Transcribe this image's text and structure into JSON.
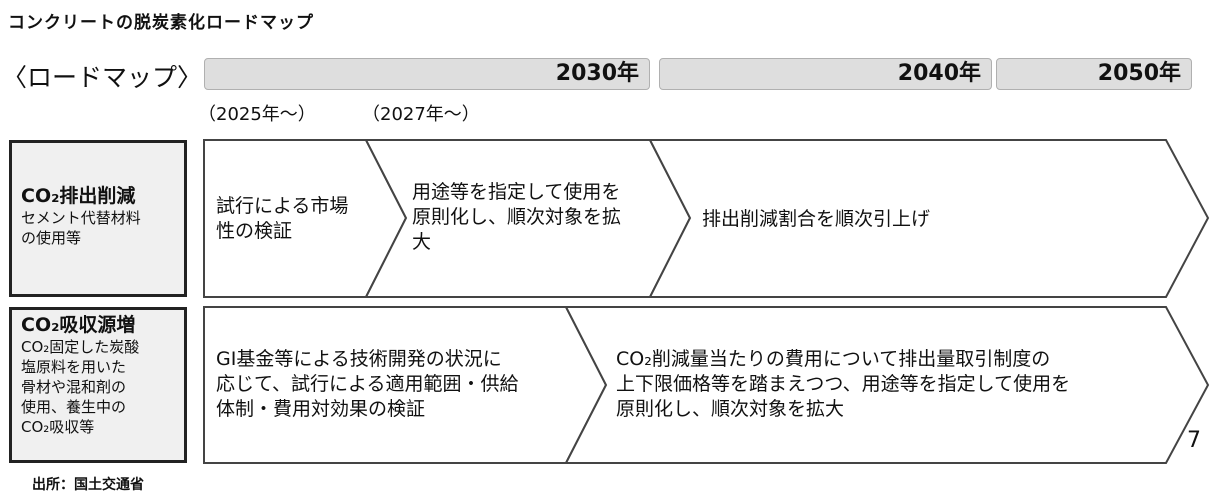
{
  "title": "コンクリートの脱炭素化ロードマップ",
  "roadmap_label": "〈ロードマップ〉",
  "timeline": {
    "years": [
      "2030年",
      "2040年",
      "2050年"
    ],
    "start_notes": [
      "（2025年～）",
      "（2027年～）"
    ]
  },
  "rows": [
    {
      "category_title": "CO₂排出削減",
      "category_desc": [
        "セメント代替材料",
        "の使用等"
      ],
      "phases": [
        [
          "試行による市場",
          "性の検証"
        ],
        [
          "用途等を指定して使用を",
          "原則化し、順次対象を拡",
          "大"
        ],
        [
          "排出削減割合を順次引上げ"
        ]
      ]
    },
    {
      "category_title": "CO₂吸収源増",
      "category_desc": [
        "CO₂固定した炭酸",
        "塩原料を用いた",
        "骨材や混和剤の",
        "使用、養生中の",
        "CO₂吸収等"
      ],
      "phases": [
        [
          "GI基金等による技術開発の状況に",
          "応じて、試行による適用範囲・供給",
          "体制・費用対効果の検証"
        ],
        [
          "CO₂削減量当たりの費用について排出量取引制度の",
          "上下限価格等を踏まえつつ、用途等を指定して使用を",
          "原則化し、順次対象を拡大"
        ]
      ]
    }
  ],
  "source": "出所：国土交通省",
  "page_number": "7"
}
